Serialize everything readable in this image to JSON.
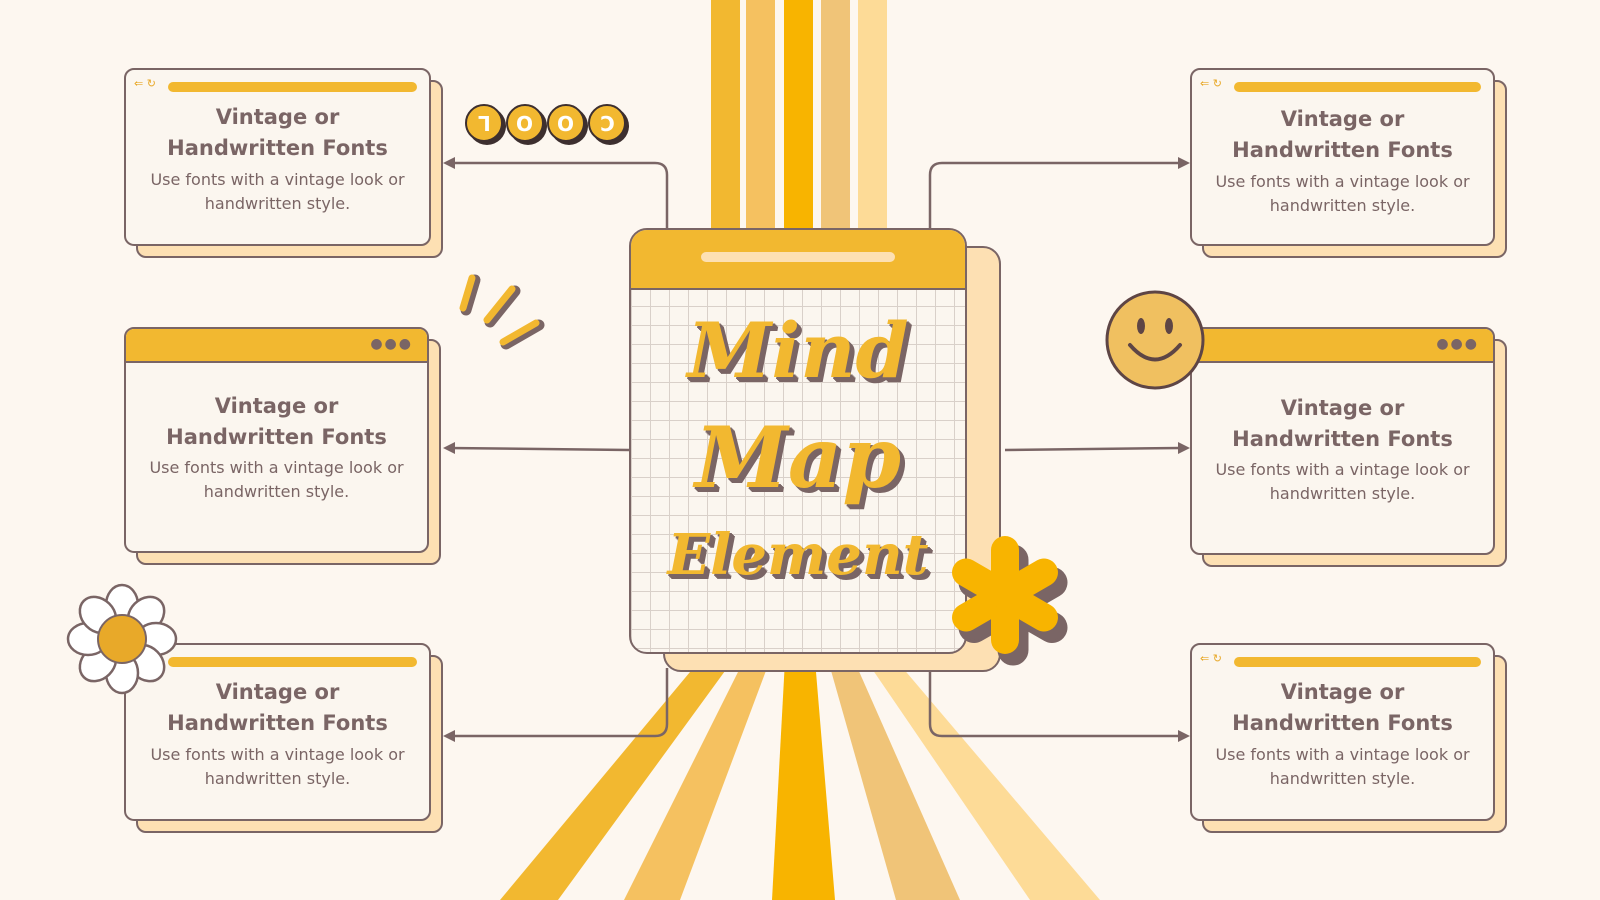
{
  "center": {
    "line1": "Mind",
    "line2": "Map",
    "line3": "Element"
  },
  "badge": {
    "letters": [
      "C",
      "O",
      "O",
      "L"
    ]
  },
  "cards": [
    {
      "title_line1": "Vintage or",
      "title_line2": "Handwritten Fonts",
      "desc_line1": "Use fonts with a vintage look or",
      "desc_line2": "handwritten style."
    },
    {
      "title_line1": "Vintage or",
      "title_line2": "Handwritten Fonts",
      "desc_line1": "Use fonts with a vintage look or",
      "desc_line2": "handwritten style."
    },
    {
      "title_line1": "Vintage or",
      "title_line2": "Handwritten Fonts",
      "desc_line1": "Use fonts with a vintage look or",
      "desc_line2": "handwritten style."
    },
    {
      "title_line1": "Vintage or",
      "title_line2": "Handwritten Fonts",
      "desc_line1": "Use fonts with a vintage look or",
      "desc_line2": "handwritten style."
    },
    {
      "title_line1": "Vintage or",
      "title_line2": "Handwritten Fonts",
      "desc_line1": "Use fonts with a vintage look or",
      "desc_line2": "handwritten style."
    },
    {
      "title_line1": "Vintage or",
      "title_line2": "Handwritten Fonts",
      "desc_line1": "Use fonts with a vintage look or",
      "desc_line2": "handwritten style."
    }
  ],
  "colors": {
    "background": "#fdf7f0",
    "accent": "#f2b830",
    "accent_light": "#fde0b3",
    "outline": "#7a6565",
    "text": "#7a6565"
  },
  "icons": [
    "back-arrow-icon",
    "refresh-icon",
    "more-dots-icon",
    "smiley-face-icon",
    "daisy-flower-icon",
    "asterisk-icon",
    "motion-lines-icon"
  ]
}
